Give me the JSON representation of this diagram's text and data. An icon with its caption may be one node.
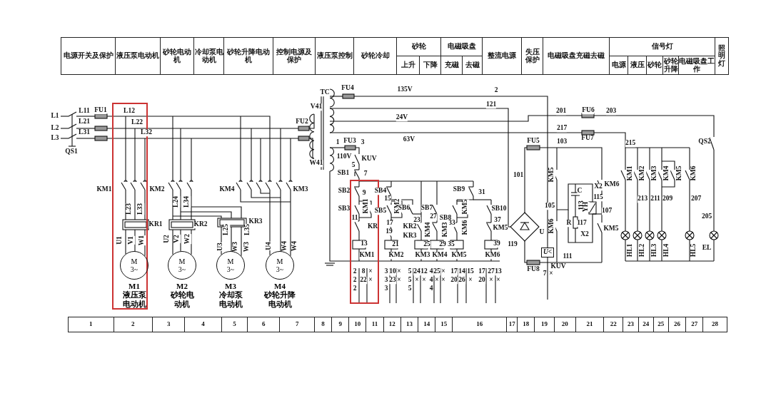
{
  "diagram": {
    "nodes": [
      {
        "text": [
          "M 3~"
        ],
        "beside": [
          "M1",
          "液压泵电动机"
        ]
      },
      {
        "text": [
          "M 3~"
        ],
        "beside": [
          "M2",
          "砂轮电动机"
        ]
      },
      {
        "text": [
          "M 3~"
        ],
        "beside": [
          "M3",
          "冷却泵电动机"
        ]
      },
      {
        "text": [
          "M 3~"
        ],
        "beside": [
          "M4",
          "砂轮升降电动机"
        ]
      },
      {
        "text": [
          "U<"
        ]
      }
    ],
    "labels": [
      "电源开关及保护",
      "液压泵电动机",
      "砂轮电动机",
      "冷却泵电动机",
      "砂轮升降电动机",
      "控制电源及保护",
      "液压泵控制",
      "砂轮冷却",
      "砂轮",
      "电磁吸盘",
      "整流电源",
      "失压保护",
      "电磁吸盘充磁去磁",
      "信号灯",
      "照明灯",
      "上升",
      "下降",
      "充磁",
      "去磁",
      "电源",
      "液压",
      "砂轮",
      "砂轮升降",
      "电磁吸盘工作",
      "1",
      "2",
      "3",
      "4",
      "5",
      "6",
      "7",
      "8",
      "9",
      "10",
      "11",
      "12",
      "13",
      "14",
      "15",
      "16",
      "17",
      "18",
      "19",
      "20",
      "21",
      "22",
      "23",
      "24",
      "25",
      "26",
      "27",
      "28",
      "L1",
      "L2",
      "L3",
      "L11",
      "L21",
      "L31",
      "FU1",
      "QS1",
      "L12",
      "L22",
      "L32",
      "KM1",
      "KM2",
      "KM4",
      "KM3",
      "L23",
      "L33",
      "L24",
      "L34",
      "KR1",
      "KR2",
      "KR3",
      "U1",
      "V1",
      "W1",
      "U2",
      "V2",
      "W2",
      "L25",
      "L35",
      "U3",
      "W3",
      "W3",
      "U4",
      "W4",
      "W4",
      "FU2",
      "V41",
      "W41",
      "TC",
      "FU4",
      "135V",
      "2",
      "121",
      "24V",
      "63V",
      "1",
      "FU3",
      "3",
      "110V",
      "KUV",
      "5",
      "SB1",
      "7",
      "SB2",
      "9",
      "SB4",
      "15",
      "SB3",
      "KM1",
      "SB5",
      "KM2",
      "SB6",
      "SB7",
      "23",
      "27",
      "SB8",
      "SB9",
      "31",
      "KM5",
      "SB10",
      "37",
      "11",
      "KR",
      "17",
      "KR2",
      "19",
      "KR3",
      "33",
      "KM4",
      "KM3",
      "KM6",
      "KM5",
      "13",
      "21",
      "25",
      "29",
      "35",
      "39",
      "KM1",
      "KM2",
      "KM3",
      "KM4",
      "KM5",
      "KM6",
      "2",
      "8",
      "×",
      "2",
      "22",
      "×",
      "2",
      "3",
      "10",
      "×",
      "3",
      "23",
      "×",
      "3",
      "5",
      "24",
      "12",
      "5",
      "×",
      "×",
      "5",
      "4",
      "25",
      "×",
      "4",
      "×",
      "×",
      "4",
      "17",
      "14",
      "15",
      "20",
      "26",
      "×",
      "17",
      "27",
      "13",
      "20",
      "×",
      "×",
      "FU5",
      "101",
      "103",
      "KM5",
      "KM6",
      "105",
      "C",
      "X2",
      "115",
      "113",
      "YH",
      "107",
      "R",
      "117",
      "X2",
      "KM6",
      "KM5",
      "119",
      "U",
      "111",
      "FU8",
      "KUV",
      "7",
      "×",
      "201",
      "FU6",
      "203",
      "217",
      "FU7",
      "215",
      "QS2",
      "KM1",
      "KM2",
      "KM3",
      "KM4",
      "KM5",
      "KM6",
      "213",
      "211",
      "209",
      "207",
      "205",
      "HL1",
      "HL2",
      "HL3",
      "HL4",
      "HL5",
      "EL"
    ]
  }
}
